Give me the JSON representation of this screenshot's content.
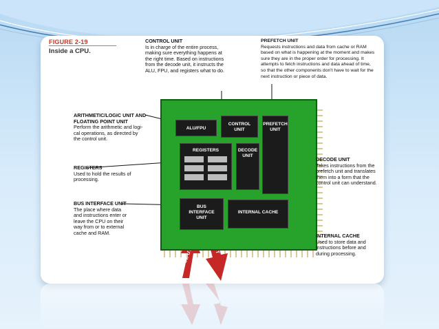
{
  "figure": {
    "number": "FIGURE 2-19",
    "title": "Inside a CPU."
  },
  "annotations": {
    "control_unit": {
      "heading": "CONTROL UNIT",
      "lines": [
        "Is in charge of the entire process,",
        "making sure everything happens at",
        "the right time. Based on instructions",
        "from the decode unit, it instructs the",
        "ALU, FPU, and registers what to do."
      ]
    },
    "prefetch_unit": {
      "heading": "PREFETCH UNIT",
      "lines": [
        "Requests instructions and data from cache or RAM",
        "based on what is happening at the moment and makes",
        "sure they are in the proper order for processing. It",
        "attempts to fetch instructions and data ahead of time,",
        "so that the other components don't have to wait for the",
        "next instruction or piece of data."
      ]
    },
    "alu": {
      "heading_1": "ARITHMETIC/LOGIC UNIT AND",
      "heading_2": "FLOATING POINT UNIT",
      "lines": [
        "Perform the arithmetic and logi-",
        "cal operations, as directed by",
        "the control unit."
      ]
    },
    "registers": {
      "heading": "REGISTERS",
      "lines": [
        "Used to hold the results of",
        "processing."
      ]
    },
    "decode_unit": {
      "heading": "DECODE UNIT",
      "lines": [
        "Takes instructions from the",
        "prefetch unit and translates",
        "them into a form that the",
        "control unit can understand."
      ]
    },
    "bus_interface": {
      "heading": "BUS INTERFACE UNIT",
      "lines": [
        "The place where data",
        "and instructions enter or",
        "leave the CPU on their",
        "way from or to external",
        "cache and RAM."
      ]
    },
    "internal_cache": {
      "heading": "INTERNAL CACHE",
      "lines": [
        "Used to store data and",
        "instructions before and",
        "during processing."
      ]
    }
  },
  "chip_blocks": {
    "alu_fpu": "ALU/FPU",
    "control": [
      "CONTROL",
      "UNIT"
    ],
    "prefetch": [
      "PREFETCH",
      "UNIT"
    ],
    "registers": "REGISTERS",
    "decode": [
      "DECODE",
      "UNIT"
    ],
    "bus": [
      "BUS",
      "INTERFACE",
      "UNIT"
    ],
    "cache": "INTERNAL CACHE"
  },
  "arrows": {
    "input": "INPUT",
    "output": "OUTPUT"
  },
  "colors": {
    "chip_green": "#27a22b",
    "arrow_red": "#c62828",
    "figure_red": "#c0392b"
  }
}
